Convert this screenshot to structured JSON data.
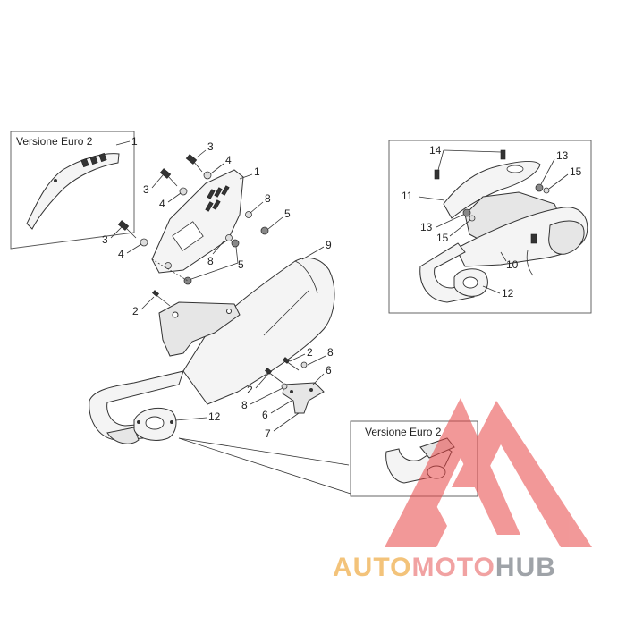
{
  "diagram": {
    "inset_left_label": "Versione Euro 2",
    "inset_bottom_label": "Versione Euro 2",
    "callouts": {
      "n1a": "1",
      "n1b": "1",
      "n2a": "2",
      "n2b": "2",
      "n2c": "2",
      "n3a": "3",
      "n3b": "3",
      "n3c": "3",
      "n4a": "4",
      "n4b": "4",
      "n4c": "4",
      "n5a": "5",
      "n5b": "5",
      "n6a": "6",
      "n6b": "6",
      "n7": "7",
      "n8a": "8",
      "n8b": "8",
      "n8c": "8",
      "n8d": "8",
      "n9": "9",
      "n10": "10",
      "n11": "11",
      "n12a": "12",
      "n12b": "12",
      "n13a": "13",
      "n13b": "13",
      "n14": "14",
      "n15a": "15",
      "n15b": "15"
    }
  },
  "watermark": {
    "part1": "AUTO",
    "part2": "MOTO",
    "part3": "HUB",
    "colors": {
      "auto": "#f3c37a",
      "moto": "#f1a2a2",
      "hub": "#9fa3a8",
      "triangle": "#e84545"
    }
  }
}
